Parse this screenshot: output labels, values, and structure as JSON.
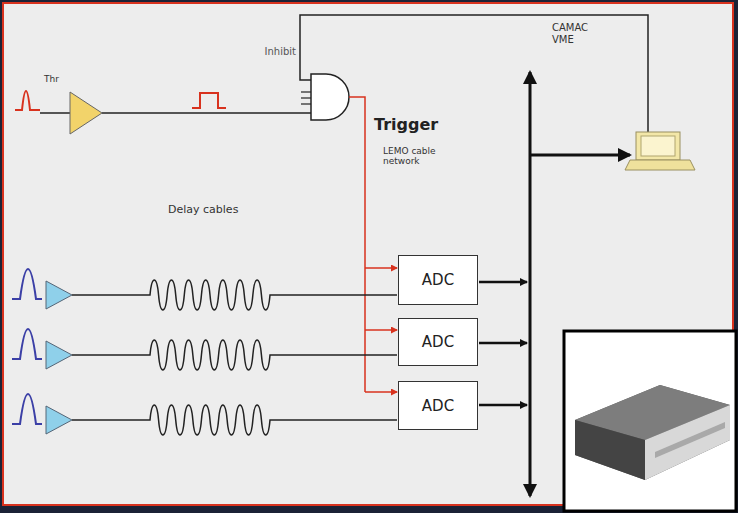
{
  "diagram": {
    "nodes": [
      {
        "text": [
          "ADC"
        ]
      },
      {
        "text": [
          "ADC"
        ]
      },
      {
        "text": [
          "ADC"
        ]
      }
    ],
    "labels": [
      "Inhibit",
      "Thr",
      "Trigger",
      "LEMO cable network",
      "Delay cables",
      "CAMAC VME"
    ]
  }
}
